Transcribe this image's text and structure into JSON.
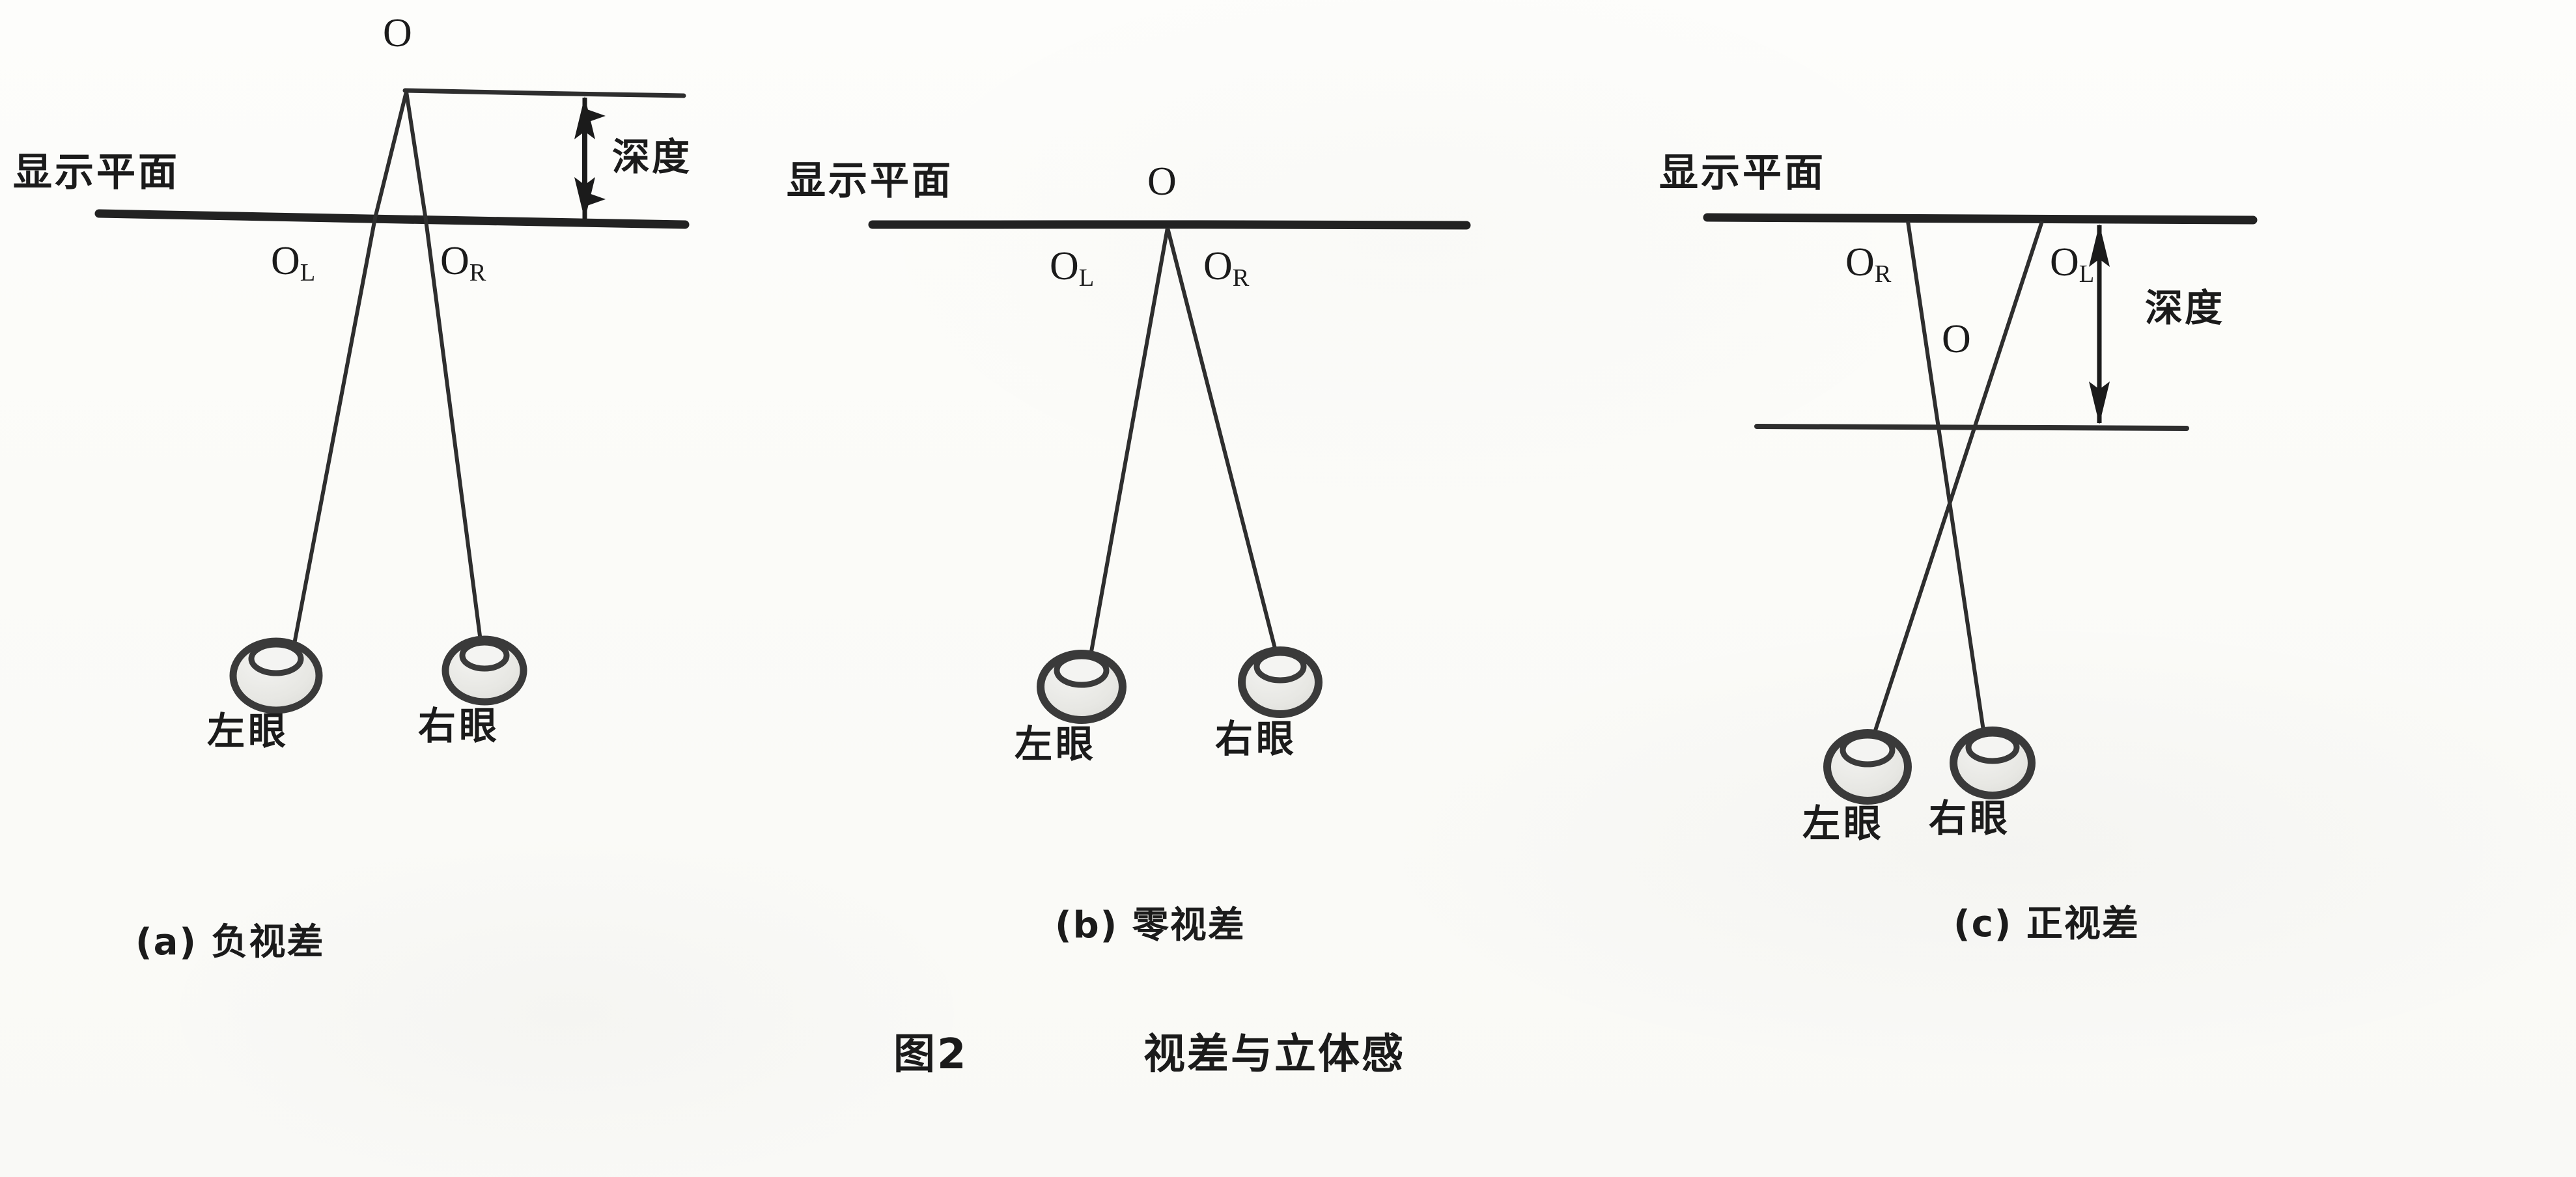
{
  "figure": {
    "caption_number": "图2",
    "caption_title": "视差与立体感"
  },
  "panels": [
    {
      "id": "a",
      "caption": "(a) 负视差",
      "plane_label": "显示平面",
      "depth_label": "深度",
      "object_point_label": "O",
      "left_image_point_label": "O",
      "left_image_point_sub": "L",
      "right_image_point_label": "O",
      "right_image_point_sub": "R",
      "left_eye_label": "左眼",
      "right_eye_label": "右眼"
    },
    {
      "id": "b",
      "caption": "(b) 零视差",
      "plane_label": "显示平面",
      "object_point_label": "O",
      "left_image_point_label": "O",
      "left_image_point_sub": "L",
      "right_image_point_label": "O",
      "right_image_point_sub": "R",
      "left_eye_label": "左眼",
      "right_eye_label": "右眼"
    },
    {
      "id": "c",
      "caption": "(c) 正视差",
      "plane_label": "显示平面",
      "depth_label": "深度",
      "object_point_label": "O",
      "left_image_point_label": "O",
      "left_image_point_sub": "L",
      "right_image_point_label": "O",
      "right_image_point_sub": "R",
      "left_eye_label": "左眼",
      "right_eye_label": "右眼"
    }
  ],
  "colors": {
    "ink": "#1b1b1b",
    "line": "#2a2a2a",
    "eye_fill": "#e9e9e6",
    "paper": "#fcfcfa"
  }
}
